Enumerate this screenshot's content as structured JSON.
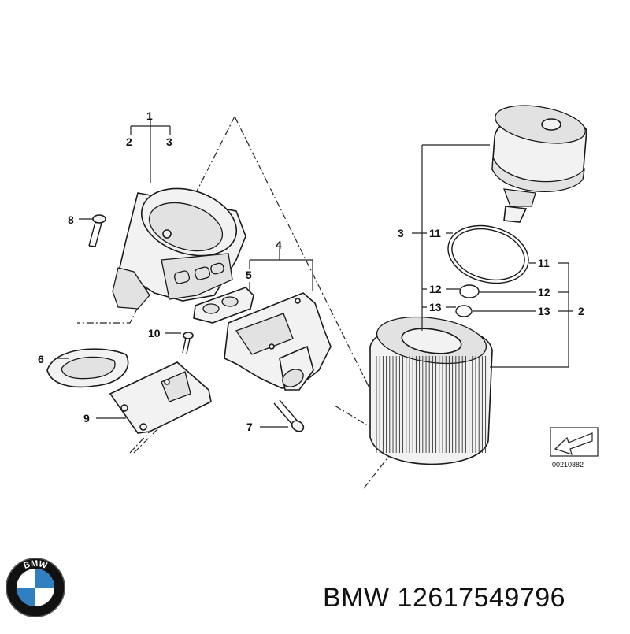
{
  "callouts": {
    "c1": "1",
    "c2_top": "2",
    "c3_top": "3",
    "c8": "8",
    "c4": "4",
    "c5": "5",
    "c10": "10",
    "c6": "6",
    "c9": "9",
    "c7": "7",
    "c3_right": "3",
    "c11_upper": "11",
    "c11_lower": "11",
    "c12_left": "12",
    "c12_right": "12",
    "c13_left": "13",
    "c13_right": "13",
    "c2_right": "2"
  },
  "diagram_code": "00210882",
  "brand_logo_text": "BMW",
  "footer": {
    "brand": "BMW",
    "part_number": "12617549796"
  },
  "colors": {
    "logo_blue": "#2f7fc1",
    "logo_ring": "#111111",
    "line": "#222222"
  }
}
